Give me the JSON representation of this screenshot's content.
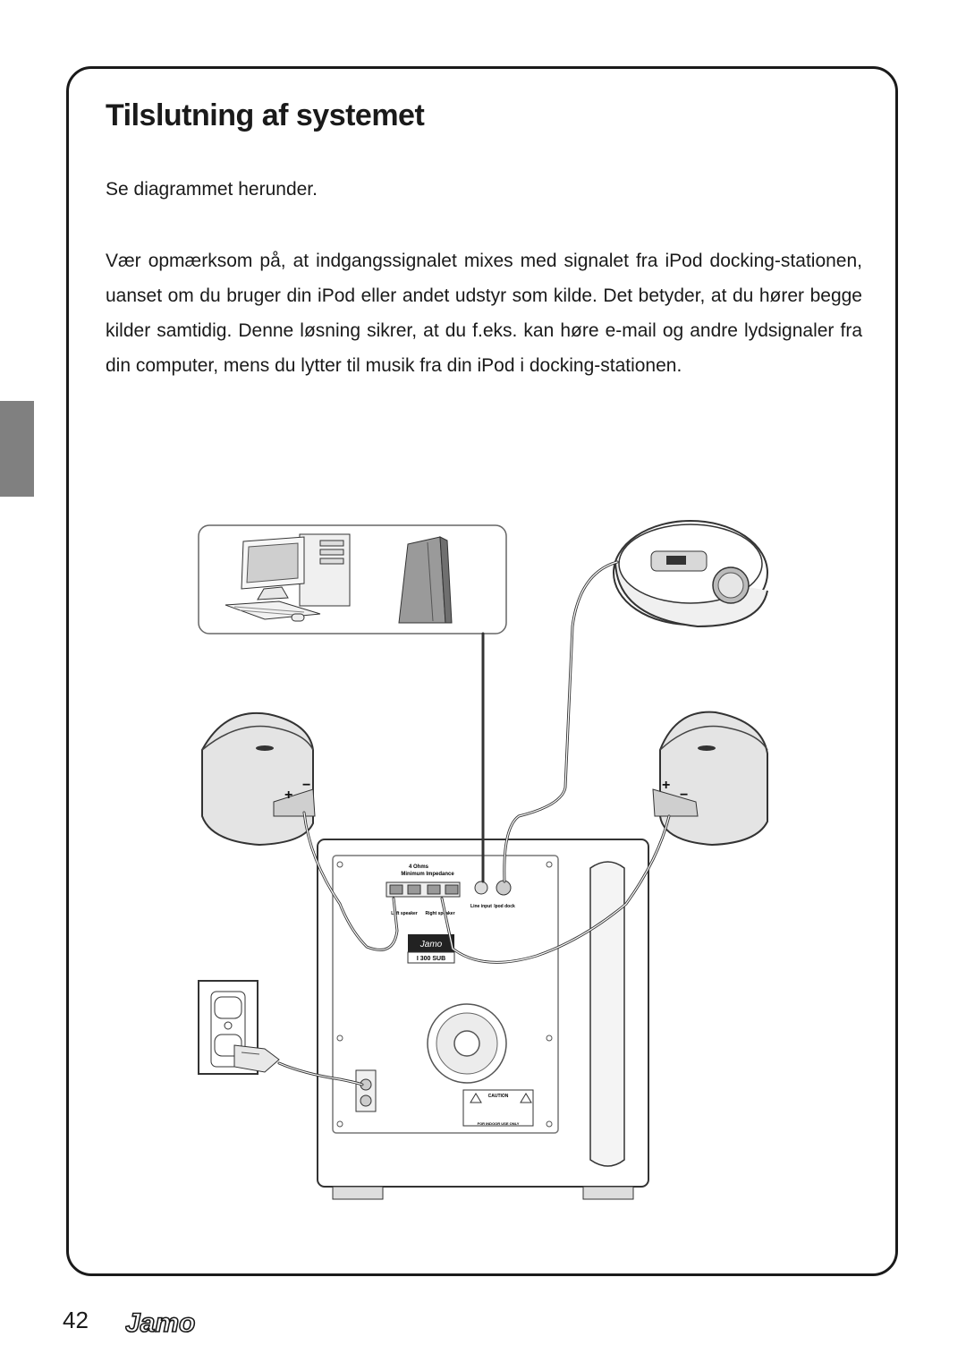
{
  "page": {
    "title": "Tilslutning af systemet",
    "intro": "Se diagrammet herunder.",
    "body": "Vær opmærksom på, at indgangssignalet mixes med signalet fra iPod docking-stationen, uanset om du bruger din iPod eller andet udstyr som kilde. Det betyder, at du hører begge kilder samtidig. Denne løsning sikrer, at du f.eks. kan høre e-mail og andre lydsignaler fra din computer, mens du lytter til musik fra din iPod i docking-stationen.",
    "page_number": "42",
    "brand": "Jamo"
  },
  "diagram": {
    "impedance_line1": "4 Ohms",
    "impedance_line2": "Minimum Impedance",
    "left_speaker_label": "Left speaker",
    "right_speaker_label": "Right speaker",
    "line_input_label": "Line input",
    "ipod_dock_label": "Ipod dock",
    "sub_brand": "Jamo",
    "model": "I 300 SUB",
    "caution": "CAUTION",
    "indoor": "FOR INDOOR USE ONLY",
    "plus": "+",
    "minus": "−"
  }
}
